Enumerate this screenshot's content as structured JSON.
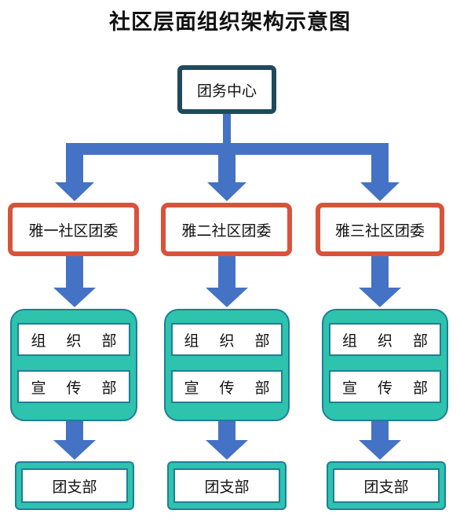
{
  "title": "社区层面组织架构示意图",
  "center": {
    "label": "团务中心"
  },
  "columns": [
    {
      "committee": "雅一社区团委",
      "departments": [
        "组 织 部",
        "宣 传 部"
      ],
      "branch": "团支部"
    },
    {
      "committee": "雅二社区团委",
      "departments": [
        "组 织 部",
        "宣 传 部"
      ],
      "branch": "团支部"
    },
    {
      "committee": "雅三社区团委",
      "departments": [
        "组 织 部",
        "宣 传 部"
      ],
      "branch": "团支部"
    }
  ],
  "colors": {
    "arrow": "#4472c4",
    "center_border": "#1f4a5c",
    "committee_border": "#d9533b",
    "dept_fill": "#2ec3ad",
    "dept_border": "#1d7f98"
  }
}
